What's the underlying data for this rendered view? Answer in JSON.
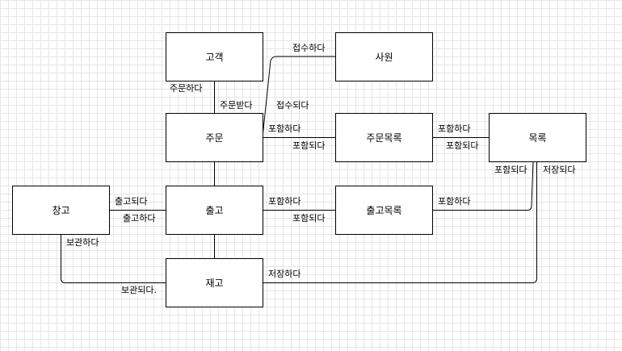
{
  "entities": {
    "customer": "고객",
    "employee": "사원",
    "order": "주문",
    "order_list": "주문목록",
    "catalog": "목록",
    "warehouse": "창고",
    "shipment": "출고",
    "shipment_list": "출고목록",
    "inventory": "재고"
  },
  "relations": {
    "customer_orders": "주문하다",
    "order_received_by_customer": "주문받다",
    "receive": "접수하다",
    "received": "접수되다",
    "order_includes": "포함하다",
    "order_included": "포함되다",
    "orderlist_includes": "포함하다",
    "catalog_included": "포함되다",
    "catalog_included_2": "포함되다",
    "catalog_stored": "저장되다",
    "ship_from": "출고되다",
    "ship_out": "출고하다",
    "shipment_includes": "포함하다",
    "shipment_included": "포함되다",
    "shiplist_includes": "포함하다",
    "keep": "보관하다",
    "kept": "보관되다.",
    "store": "저장하다"
  }
}
